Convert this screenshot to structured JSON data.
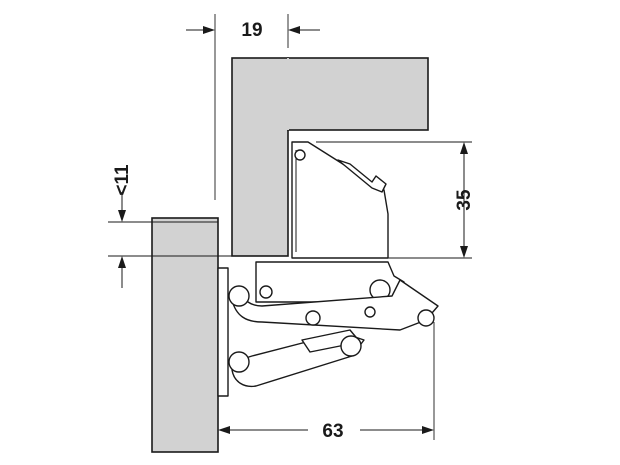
{
  "dimensions": {
    "top_width": "19",
    "offset_left": "<11",
    "height_right": "35",
    "bottom_width": "63"
  }
}
